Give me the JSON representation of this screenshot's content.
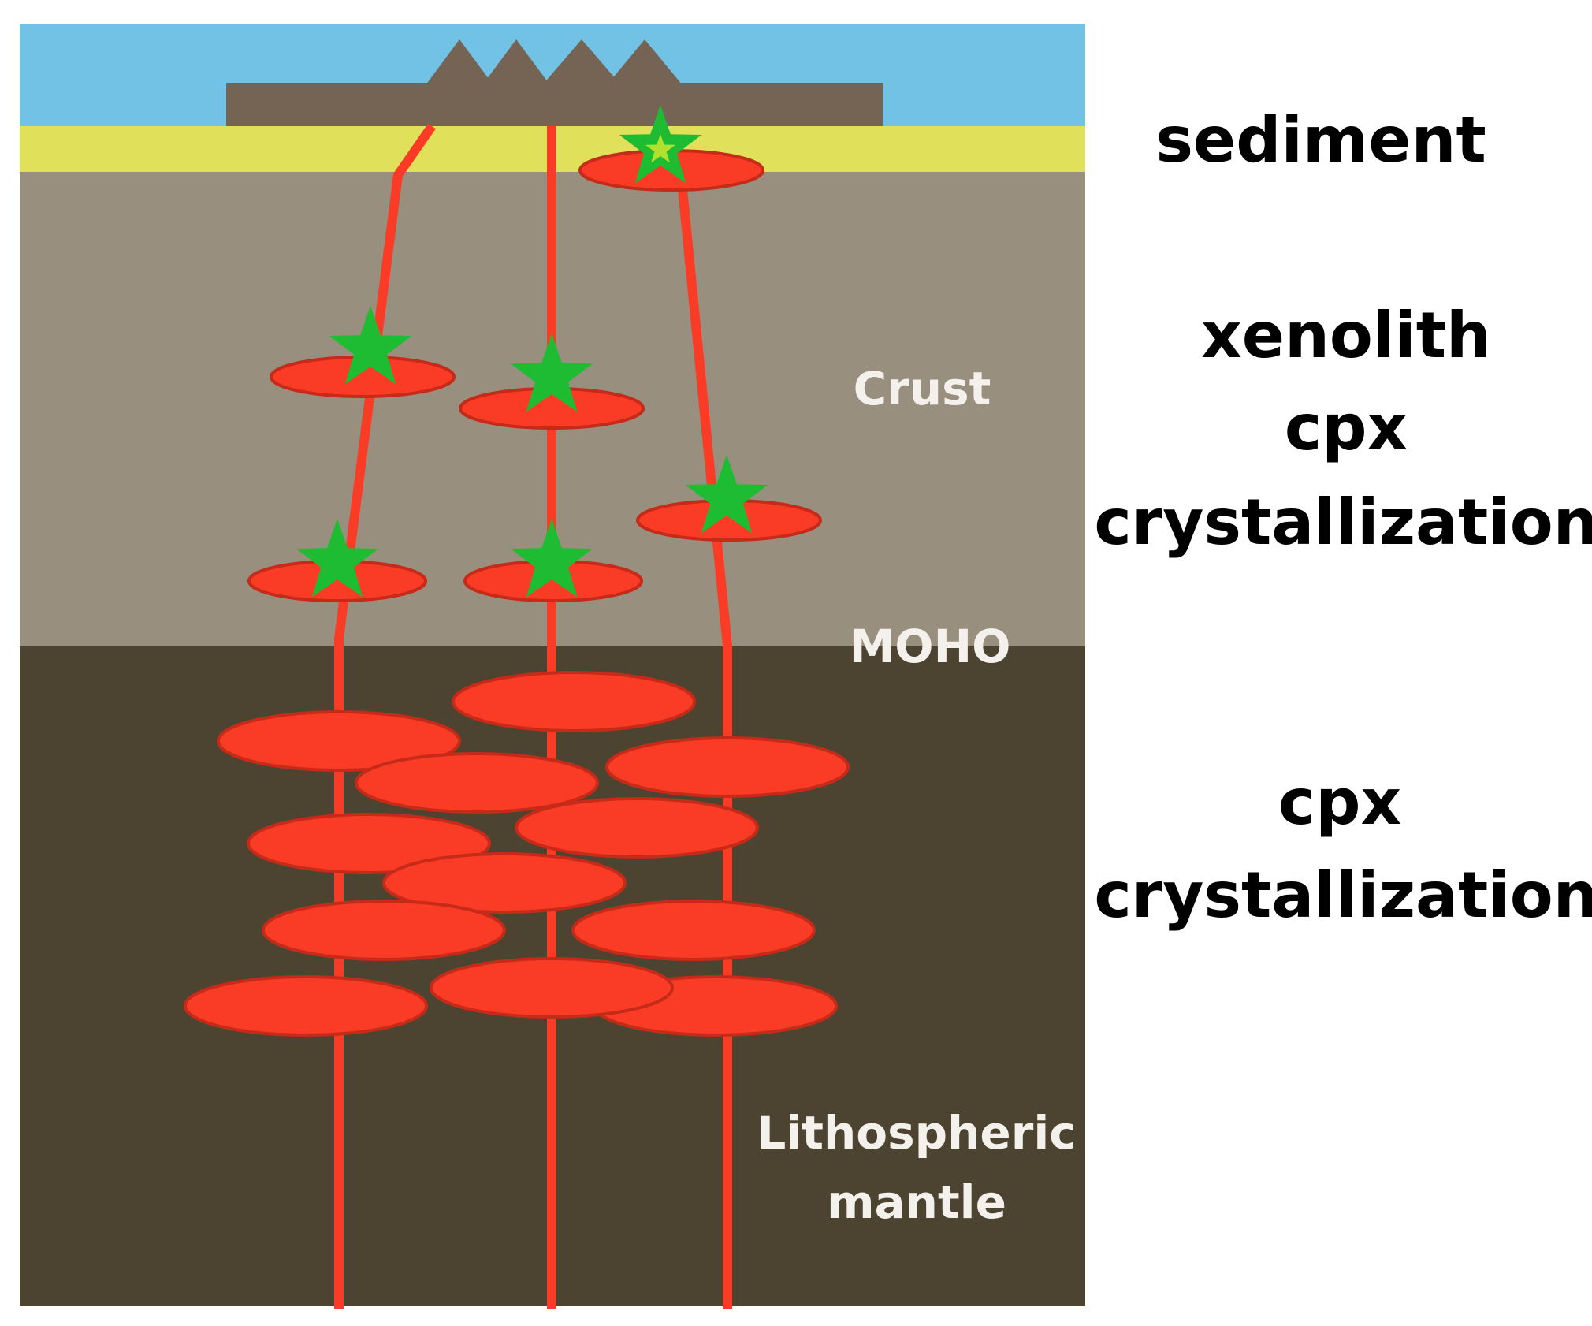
{
  "colors": {
    "sky": "#72c2e6",
    "sediment": "#e1e05a",
    "crust": "#988f7f",
    "mantle": "#4c4431",
    "volcano": "#756453",
    "magma": "#fa3c26",
    "magma_stroke": "#c62a18",
    "star": "#1dbc33",
    "star_inner": "#b3df2d"
  },
  "labels": {
    "crust": "Crust",
    "moho": "MOHO",
    "mantle_line1": "Lithospheric",
    "mantle_line2": "mantle"
  },
  "side_labels": {
    "sediment": "sediment",
    "xenolith": "xenolith",
    "cpx_upper": "cpx",
    "crystallization_upper": "crystallization",
    "cpx_lower": "cpx",
    "crystallization_lower": "crystallization"
  }
}
